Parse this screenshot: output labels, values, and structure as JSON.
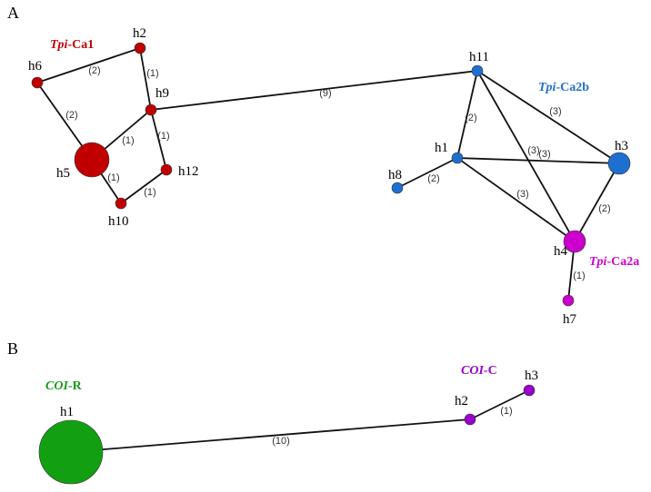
{
  "panels": [
    {
      "id": "A",
      "label": "A",
      "groups": [
        {
          "italic": "Tpi",
          "rest": "-Ca1",
          "color": "#c00000"
        },
        {
          "italic": "Tpi",
          "rest": "-Ca2b",
          "color": "#1f6fd0"
        },
        {
          "italic": "Tpi",
          "rest": "-Ca2a",
          "color": "#cc00cc"
        }
      ],
      "nodes": [
        {
          "id": "h2",
          "label": "h2",
          "size": "small",
          "color": "#c00000"
        },
        {
          "id": "h6",
          "label": "h6",
          "size": "small",
          "color": "#c00000"
        },
        {
          "id": "h9",
          "label": "h9",
          "size": "small",
          "color": "#c00000"
        },
        {
          "id": "h5",
          "label": "h5",
          "size": "large",
          "color": "#c00000"
        },
        {
          "id": "h12",
          "label": "h12",
          "size": "small",
          "color": "#c00000"
        },
        {
          "id": "h10",
          "label": "h10",
          "size": "small",
          "color": "#c00000"
        },
        {
          "id": "h11",
          "label": "h11",
          "size": "small",
          "color": "#1f6fd0"
        },
        {
          "id": "h1",
          "label": "h1",
          "size": "small",
          "color": "#1f6fd0"
        },
        {
          "id": "h8",
          "label": "h8",
          "size": "small",
          "color": "#1f6fd0"
        },
        {
          "id": "h3",
          "label": "h3",
          "size": "medium",
          "color": "#1f6fd0"
        },
        {
          "id": "h4",
          "label": "h4",
          "size": "medium",
          "color": "#cc00cc"
        },
        {
          "id": "h7",
          "label": "h7",
          "size": "small",
          "color": "#cc00cc"
        }
      ],
      "edges": [
        {
          "from": "h6",
          "to": "h2",
          "label": "(2)"
        },
        {
          "from": "h2",
          "to": "h9",
          "label": "(1)"
        },
        {
          "from": "h6",
          "to": "h5",
          "label": "(2)"
        },
        {
          "from": "h5",
          "to": "h9",
          "label": "(1)"
        },
        {
          "from": "h9",
          "to": "h12",
          "label": "(1)"
        },
        {
          "from": "h5",
          "to": "h10",
          "label": "(1)"
        },
        {
          "from": "h10",
          "to": "h12",
          "label": "(1)"
        },
        {
          "from": "h9",
          "to": "h11",
          "label": "(9)"
        },
        {
          "from": "h11",
          "to": "h1",
          "label": "(2)"
        },
        {
          "from": "h11",
          "to": "h3",
          "label": "(3)"
        },
        {
          "from": "h11",
          "to": "h4",
          "label": "(3)"
        },
        {
          "from": "h1",
          "to": "h3",
          "label": "(3)"
        },
        {
          "from": "h1",
          "to": "h4",
          "label": "(3)"
        },
        {
          "from": "h1",
          "to": "h8",
          "label": "(2)"
        },
        {
          "from": "h3",
          "to": "h4",
          "label": "(2)"
        },
        {
          "from": "h4",
          "to": "h7",
          "label": "(1)"
        }
      ]
    },
    {
      "id": "B",
      "label": "B",
      "groups": [
        {
          "italic": "COI",
          "rest": "-R",
          "color": "#1a9a1a"
        },
        {
          "italic": "COI",
          "rest": "-C",
          "color": "#9900cc"
        }
      ],
      "nodes": [
        {
          "id": "b_h1",
          "label": "h1",
          "size": "xlarge",
          "color": "#12a012"
        },
        {
          "id": "b_h2",
          "label": "h2",
          "size": "small",
          "color": "#9900cc"
        },
        {
          "id": "b_h3",
          "label": "h3",
          "size": "small",
          "color": "#9900cc"
        }
      ],
      "edges": [
        {
          "from": "b_h1",
          "to": "b_h2",
          "label": "(10)"
        },
        {
          "from": "b_h2",
          "to": "b_h3",
          "label": "(1)"
        }
      ]
    }
  ]
}
